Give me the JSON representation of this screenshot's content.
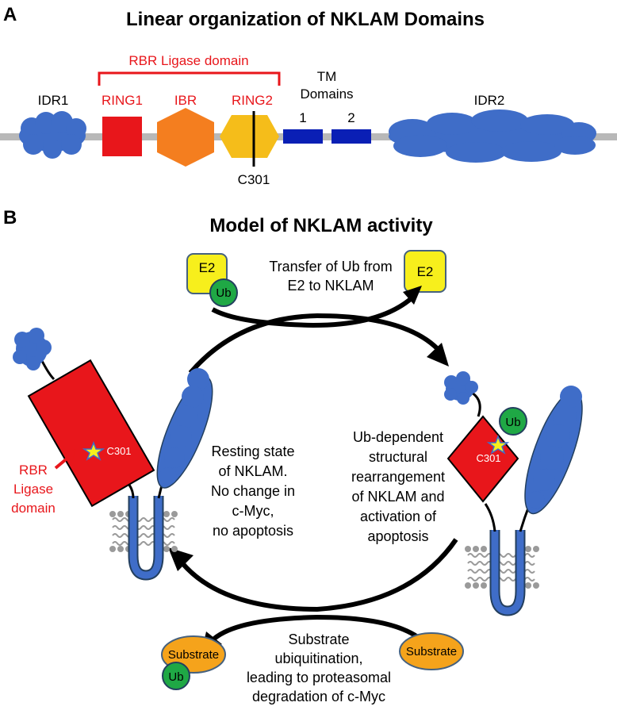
{
  "panel_a": {
    "letter": "A",
    "title": "Linear organization of NKLAM Domains",
    "rbr_label": "RBR Ligase domain",
    "idr1": "IDR1",
    "ring1": "RING1",
    "ibr": "IBR",
    "ring2": "RING2",
    "tm_line1": "TM",
    "tm_line2": "Domains",
    "tm1": "1",
    "tm2": "2",
    "idr2": "IDR2",
    "site": "C301"
  },
  "panel_b": {
    "letter": "B",
    "title": "Model of NKLAM activity",
    "e2": "E2",
    "ub": "Ub",
    "transfer": [
      "Transfer of Ub from",
      "E2 to NKLAM"
    ],
    "resting": [
      "Resting state",
      "of NKLAM.",
      "No change in",
      "c-Myc,",
      "no apoptosis"
    ],
    "rearrangement": [
      "Ub-dependent",
      "structural",
      "rearrangement",
      "of NKLAM and",
      "activation of",
      "apoptosis"
    ],
    "substrate": "Substrate",
    "substrate_desc": [
      "Substrate",
      "ubiquitination,",
      "leading to proteasomal",
      "degradation of c-Myc"
    ],
    "rbr_side": [
      "RBR",
      "Ligase",
      "domain"
    ],
    "site": "C301"
  },
  "colors": {
    "red": "#e8161b",
    "orange": "#f47e1f",
    "yellow_orange": "#f5bd1a",
    "blue": "#3f6dc8",
    "dark_blue": "#0a1fb5",
    "e2_yellow": "#f7ef1c",
    "ub_green": "#1fa845",
    "substrate_orange": "#f5a31b",
    "gray": "#b8b8b8"
  }
}
